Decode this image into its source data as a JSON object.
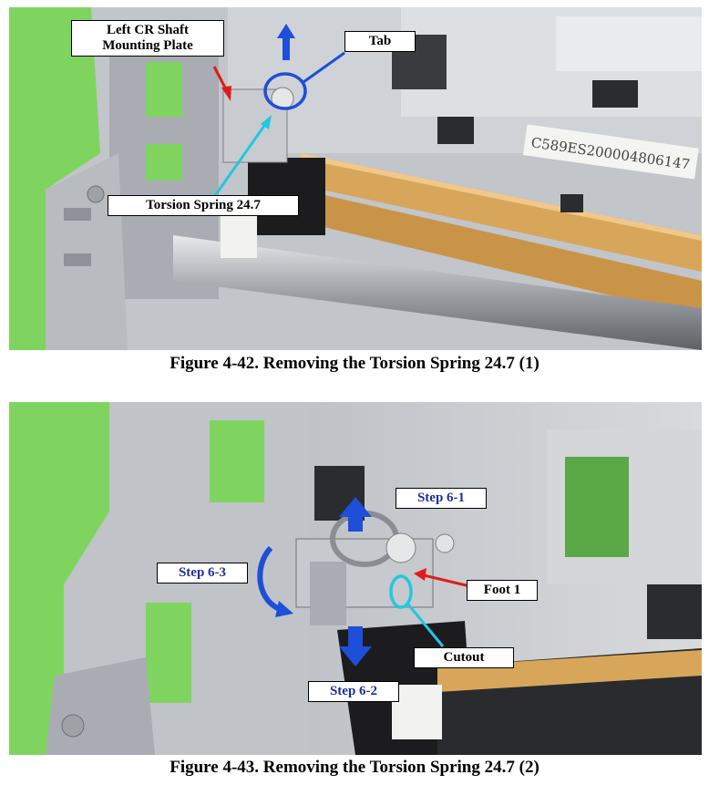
{
  "figures": [
    {
      "caption": "Figure 4-42.  Removing the Torsion Spring 24.7 (1)",
      "callouts": {
        "left_cr_shaft": "Left CR Shaft\nMounting Plate",
        "tab": "Tab",
        "torsion_spring": "Torsion Spring 24.7"
      },
      "label_on_part": "C589ES200004806147"
    },
    {
      "caption": "Figure 4-43.  Removing the Torsion Spring 24.7 (2)",
      "callouts": {
        "step_1": "Step 6-1",
        "step_2": "Step 6-2",
        "step_3": "Step 6-3",
        "foot": "Foot 1",
        "cutout": "Cutout"
      }
    }
  ],
  "colors": {
    "arrow_blue": "#1d4fd8",
    "arrow_red": "#e01b1b",
    "arrow_cyan": "#22c7e0",
    "callout_blue_text": "#1f2f9c"
  }
}
